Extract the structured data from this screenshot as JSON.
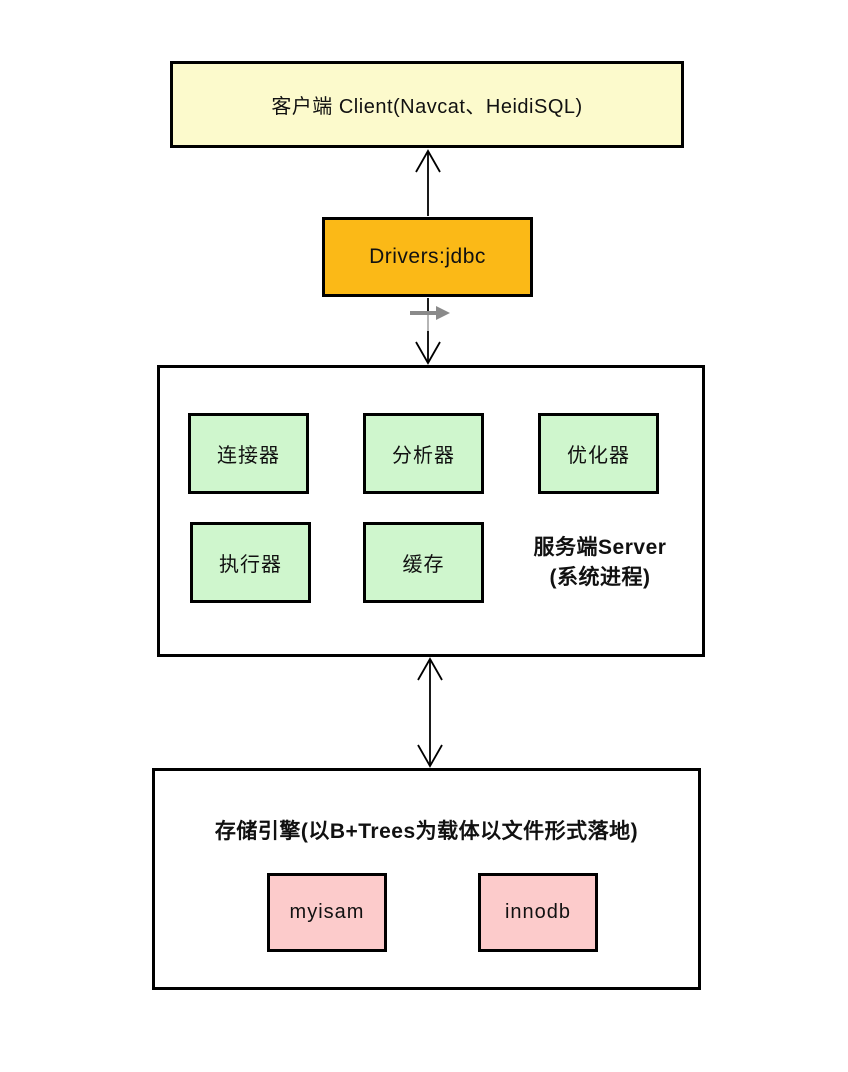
{
  "diagram": {
    "topic": "MySQL client-server-storage architecture"
  },
  "nodes": {
    "client": {
      "label": "客户端 Client(Navcat、HeidiSQL)",
      "fill": "#fcfacc"
    },
    "driver": {
      "label": "Drivers:jdbc",
      "fill": "#fbb917"
    },
    "server": {
      "label_line1": "服务端Server",
      "label_line2": "(系统进程)",
      "component_fill": "#cff6cd",
      "components": [
        {
          "label": "连接器"
        },
        {
          "label": "分析器"
        },
        {
          "label": "优化器"
        },
        {
          "label": "执行器"
        },
        {
          "label": "缓存"
        }
      ]
    },
    "storage": {
      "title": "存储引擎(以B+Trees为载体以文件形式落地)",
      "engine_fill": "#fccbcb",
      "engines": [
        {
          "label": "myisam"
        },
        {
          "label": "innodb"
        }
      ]
    }
  },
  "connectors": {
    "client_driver": "bidirectional-up",
    "driver_server": "down",
    "server_storage": "bidirectional",
    "gray_arrow_color": "#8a8a8a",
    "line_color": "#000000"
  }
}
